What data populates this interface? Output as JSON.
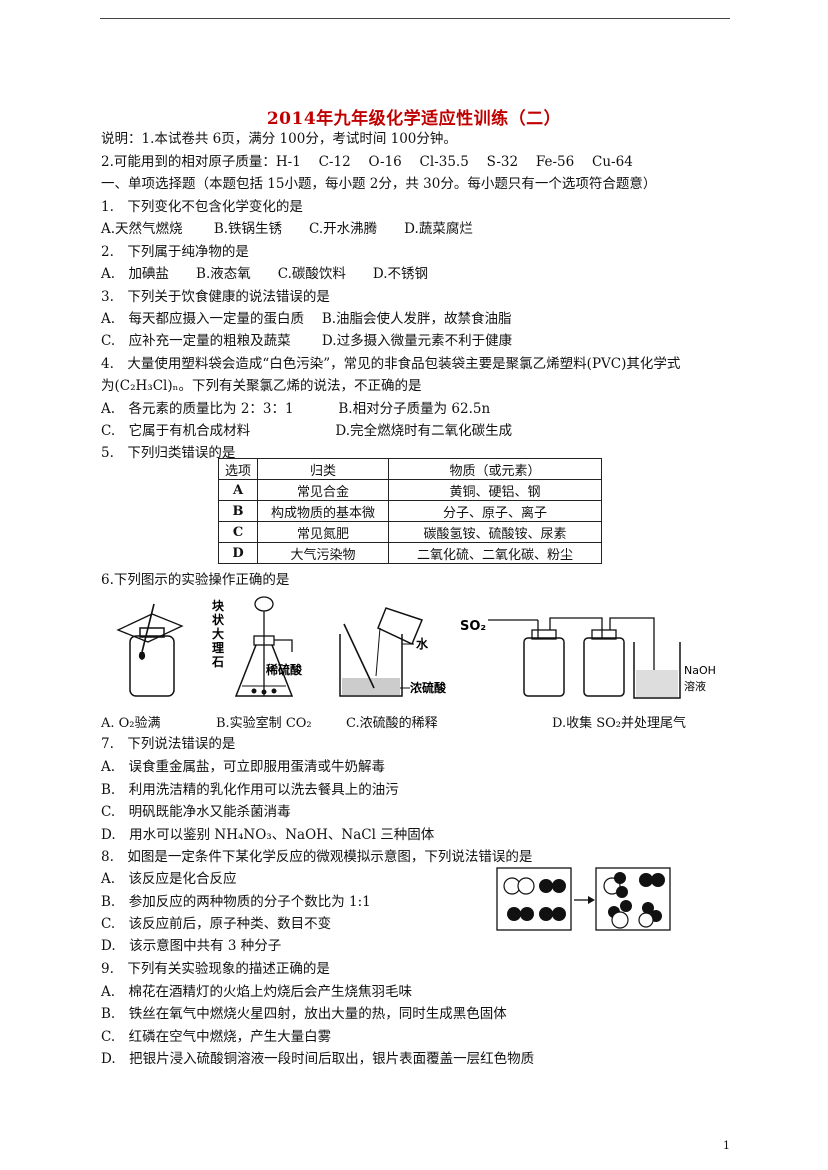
{
  "title": "2014年九年级化学适应性训练（二）",
  "intro": [
    "说明：1.本试卷共 6页，满分 100分，考试时间 100分钟。",
    "2.可能用到的相对原子质量：H-1　 C-12　 O-16　 Cl-35.5　 S-32　 Fe-56　 Cu-64",
    "一、单项选择题（本题包括 15小题，每小题 2分，共 30分。每小题只有一个选项符合题意）"
  ],
  "q1": [
    "1.　下列变化不包含化学变化的是",
    "A.天然气燃烧　　 B.铁锅生锈　　C.开水沸腾　　D.蔬菜腐烂"
  ],
  "q2": [
    "2.　下列属于纯净物的是",
    "A.　加碘盐　　B.液态氧　　C.碳酸饮料　　D.不锈钢"
  ],
  "q3": [
    "3.　下列关于饮食健康的说法错误的是",
    "A.　每天都应摄入一定量的蛋白质　 B.油脂会使人发胖，故禁食油脂",
    "C.　应补充一定量的粗粮及蔬菜　　 D.过多摄入微量元素不利于健康"
  ],
  "q4": [
    "4.　大量使用塑料袋会造成“白色污染”，常见的非食品包装袋主要是聚氯乙烯塑料(PVC)其化学式",
    "为(C₂H₃Cl)ₙ。下列有关聚氯乙烯的说法，不正确的是",
    "A.　各元素的质量比为 2：3：1　　　 B.相对分子质量为 62.5n",
    "C.　它属于有机合成材料　　　　　　 D.完全燃烧时有二氧化碳生成"
  ],
  "q5": "5.　下列归类错误的是",
  "table": {
    "headers": [
      "选项",
      "归类",
      "物质（或元素）"
    ],
    "rows": [
      [
        "A",
        "常见合金",
        "黄铜、硬铝、钢"
      ],
      [
        "B",
        "构成物质的基本微",
        "分子、原子、离子"
      ],
      [
        "C",
        "常见氮肥",
        "碳酸氢铵、硫酸铵、尿素"
      ],
      [
        "D",
        "大气污染物",
        "二氧化硫、二氧化碳、粉尘"
      ]
    ]
  },
  "q6": "6.下列图示的实验操作正确的是",
  "fig6": {
    "b_text": [
      "块",
      "状",
      "大",
      "理",
      "石"
    ],
    "b_acid": "稀硫酸",
    "c_water": "水",
    "c_acid": "浓硫酸",
    "d_gas": "SO₂",
    "d_naoh": "NaOH",
    "d_sol": "溶液"
  },
  "q6_opts": [
    "A. O₂验满",
    "B.实验室制 CO₂",
    "C.浓硫酸的稀释",
    "D.收集 SO₂并处理尾气"
  ],
  "q7": [
    "7.　下列说法错误的是",
    "A.　误食重金属盐，可立即服用蛋清或牛奶解毒",
    "B.　利用洗洁精的乳化作用可以洗去餐具上的油污",
    "C.　明矾既能净水又能杀菌消毒",
    "D.　用水可以鉴别 NH₄NO₃、NaOH、NaCl 三种固体"
  ],
  "q8": [
    "8.　如图是一定条件下某化学反应的微观模拟示意图，下列说法错误的是",
    "A.　该反应是化合反应",
    "B.　参加反应的两种物质的分子个数比为 1:1",
    "C.　该反应前后，原子种类、数目不变",
    "D.　该示意图中共有 3 种分子"
  ],
  "q9": [
    "9.　下列有关实验现象的描述正确的是",
    "A.　棉花在酒精灯的火焰上灼烧后会产生烧焦羽毛味",
    "B.　铁丝在氧气中燃烧火星四射，放出大量的热，同时生成黑色固体",
    "C.　红磷在空气中燃烧，产生大量白雾",
    "D.　把银片浸入硫酸铜溶液一段时间后取出，银片表面覆盖一层红色物质"
  ],
  "page_number": "1"
}
